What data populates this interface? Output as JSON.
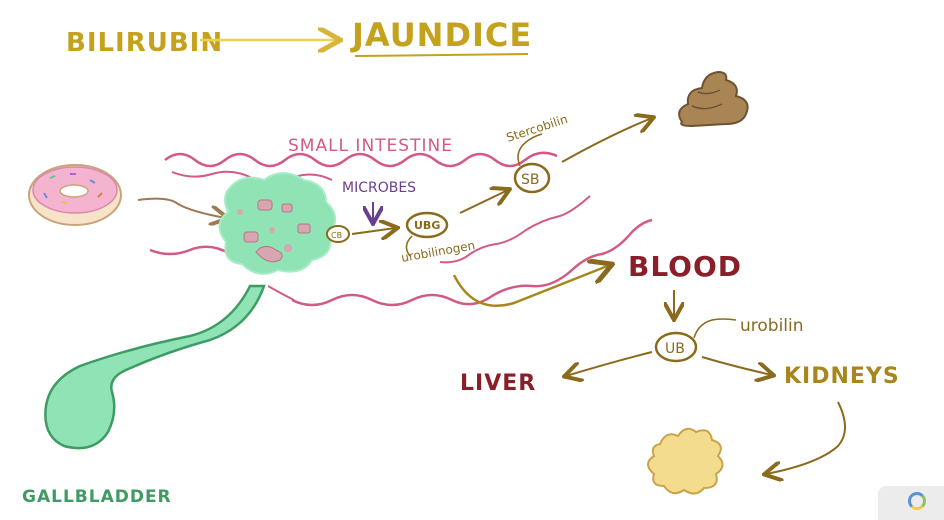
{
  "title": {
    "left": "BILIRUBIN",
    "right": "JAUNDICE"
  },
  "labels": {
    "small_intestine": "SMALL INTESTINE",
    "microbes": "MICROBES",
    "stercobilin": "Stercobilin",
    "urobilinogen": "urobilinogen",
    "blood": "BLOOD",
    "urobilin": "urobilin",
    "liver": "LIVER",
    "kidneys": "KIDNEYS",
    "gallbladder": "GALLBLADDER"
  },
  "nodes": {
    "cb": "CB",
    "ubg": "UBG",
    "sb": "SB",
    "ub": "UB"
  },
  "colors": {
    "title": "#c4a21e",
    "intestine": "#d35a86",
    "bile_green": "#8fe3b4",
    "bile_outline": "#3f9a63",
    "node_brown": "#8a6a1c",
    "microbes_purple": "#6b3f8f",
    "blood_red": "#8a1f2a",
    "stool_brown": "#a98556",
    "urine_yellow": "#f3dc8d"
  },
  "icons": {
    "food": "donut-icon",
    "stool": "stool-icon",
    "urine": "urine-splat-icon",
    "player_logo": "video-player-logo-icon"
  }
}
